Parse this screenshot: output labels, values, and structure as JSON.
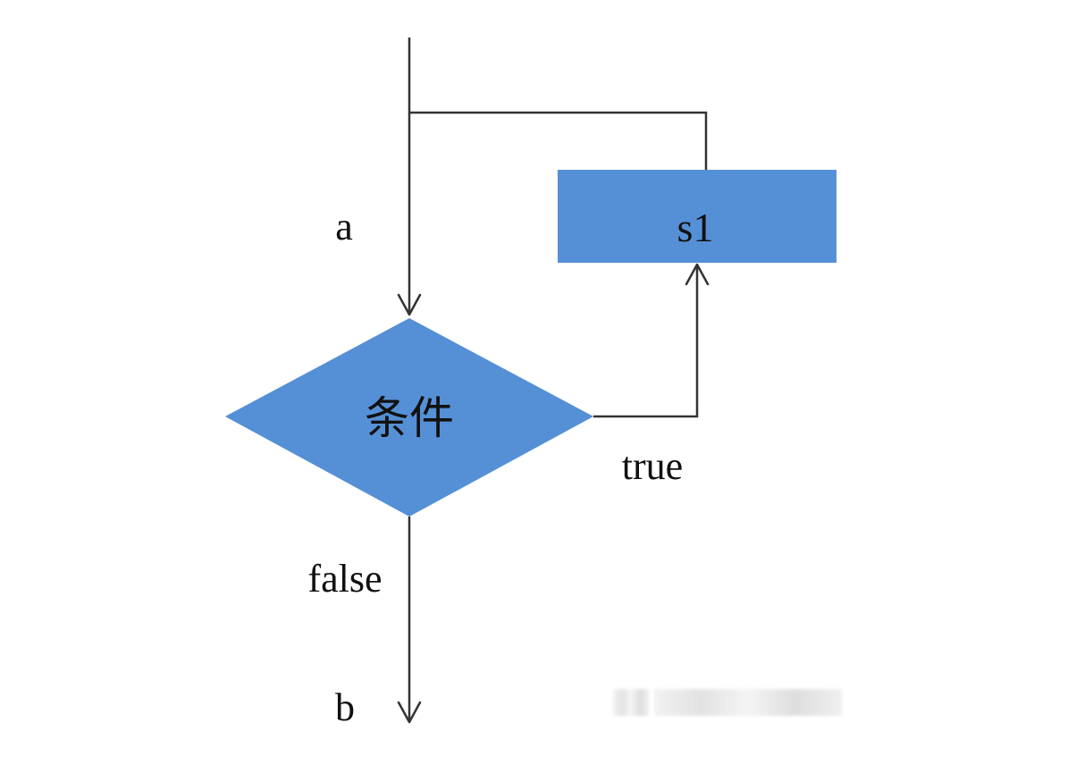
{
  "diagram": {
    "entry_label": "a",
    "exit_label": "b",
    "condition_label": "条件",
    "statement_label": "s1",
    "true_label": "true",
    "false_label": "false"
  },
  "colors": {
    "node_fill": "#5590d6",
    "line": "#333333",
    "text": "#111111",
    "background": "#ffffff"
  }
}
